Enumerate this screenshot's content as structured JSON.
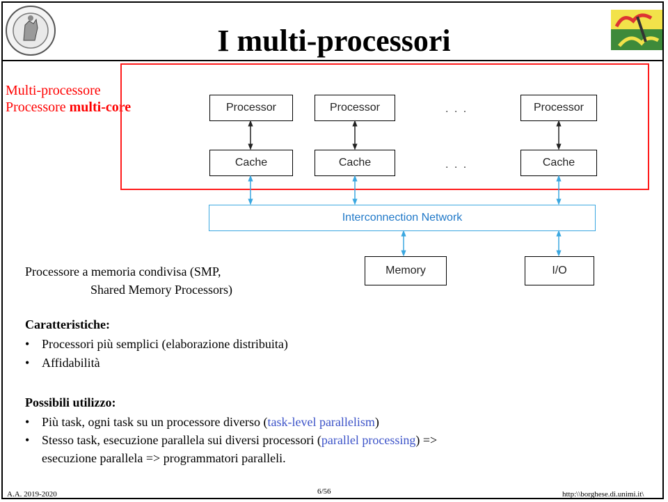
{
  "title": "I multi-processori",
  "side_labels": {
    "line1": "Multi-processore",
    "line2_prefix": "Processore ",
    "line2_bold": "multi-core"
  },
  "diagram": {
    "processor_label": "Processor",
    "cache_label": "Cache",
    "ellipsis": ". . .",
    "network_label": "Interconnection Network",
    "memory_label": "Memory",
    "io_label": "I/O"
  },
  "caption": {
    "line1": "Processore a memoria condivisa (SMP,",
    "line2": "Shared Memory Processors)"
  },
  "section1": {
    "heading": "Caratteristiche:",
    "bullets": [
      "Processori più semplici (elaborazione distribuita)",
      "Affidabilità"
    ]
  },
  "section2": {
    "heading": "Possibili utilizzo:",
    "b1_text": "Più task, ogni task su un processore diverso (",
    "b1_hl": "task-level parallelism",
    "b1_end": ")",
    "b2_text": "Stesso task, esecuzione parallela sui diversi processori (",
    "b2_hl": "parallel processing",
    "b2_end": ") =>",
    "b2_line2": "esecuzione parallela => programmatori paralleli."
  },
  "footer": {
    "left": "A.A. 2019-2020",
    "center": "6/56",
    "right": "http:\\\\borghese.di.unimi.it\\"
  },
  "colors": {
    "red_frame": "#ff1a1a",
    "network_border": "#3aa7e0",
    "highlight_blue": "#3b52c8"
  }
}
